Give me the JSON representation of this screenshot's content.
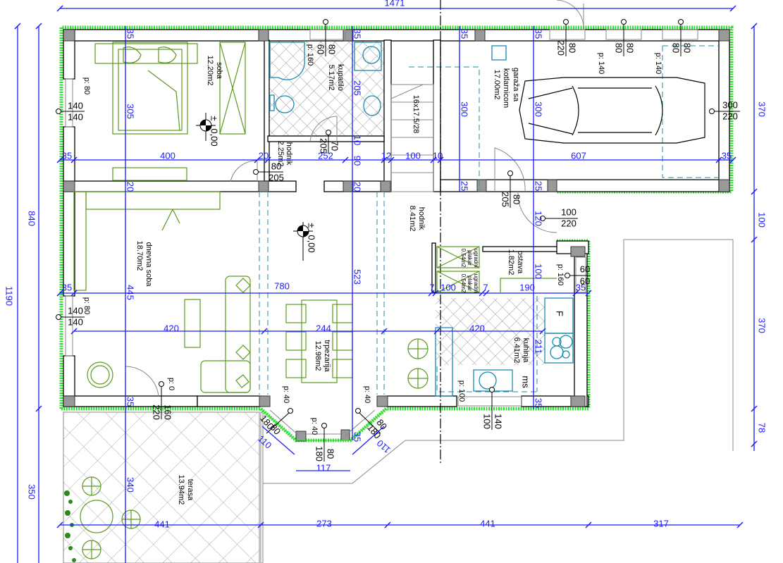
{
  "colors": {
    "dimension": "#1a1aff",
    "insulation": "#33dd33",
    "furniture": "#5a9a1e",
    "fixtures": "#1a8ab0"
  },
  "elevation": {
    "sign": "±",
    "value": "0,00"
  },
  "rooms": {
    "soba": {
      "name": "soba",
      "area": "12.20m2"
    },
    "kupatilo": {
      "name": "kupatilo",
      "area": "5.17m2"
    },
    "hodnik_small": {
      "name": "hodnik",
      "area": "2.25m2"
    },
    "hodnik": {
      "name": "hodnik",
      "area": "8.41m2"
    },
    "garaza": {
      "name_line1": "garaža sa",
      "name_line2": "kotlarnicom",
      "area": "17.00m2"
    },
    "dnevna": {
      "name": "dnevna soba",
      "area": "18.70m2"
    },
    "trpezarija": {
      "name": "trpezarija",
      "area": "12.98m2"
    },
    "ostava": {
      "name": "ostava",
      "area": "1.82m2"
    },
    "kuhinja": {
      "name": "kuhinja",
      "area": "6.41m2"
    },
    "terasa": {
      "name": "terasa",
      "area": "13.94m2"
    },
    "plakar1": {
      "name_line1": "ugradni",
      "name_line2": "plakar",
      "area": "0.54m2"
    },
    "plakar2": {
      "name_line1": "ugradni",
      "name_line2": "plakar",
      "area": "0.54m2"
    }
  },
  "stairs": "16x17.5/28",
  "fixtures": {
    "sink_label": "ms",
    "fridge_label": "F"
  },
  "openings": {
    "soba_window": {
      "sill": "p: 80",
      "w": "140",
      "h": "140"
    },
    "bath_window": {
      "w": "80",
      "h": "60",
      "sill": "p: 160"
    },
    "hodnik_door": {
      "w": "70",
      "h": "205"
    },
    "soba_door": {
      "w": "80",
      "h": "205"
    },
    "garage_door_top": {
      "w": "80",
      "h": "220"
    },
    "garage_win1": {
      "w": "80",
      "h": "80",
      "sill": "p: 140"
    },
    "garage_win2": {
      "w": "80",
      "h": "80",
      "sill": "p: 140"
    },
    "garage_gate": {
      "w": "300",
      "h": "220"
    },
    "garage_inner_door": {
      "w": "80",
      "h": "205"
    },
    "entry_door": {
      "w": "100",
      "h": "220"
    },
    "dnevna_window": {
      "sill": "p: 80",
      "w": "140",
      "h": "140"
    },
    "ostava_window": {
      "sill": "p: 160",
      "w": "60",
      "h": "60"
    },
    "kitchen_window": {
      "sill": "p: 100",
      "w": "140",
      "h": "100"
    },
    "terrace_door": {
      "sill": "p: 0",
      "w": "160",
      "h": "220"
    },
    "bay_left": {
      "sill": "p: 40",
      "w": "80",
      "h": "180"
    },
    "bay_center": {
      "sill": "p: 40",
      "w": "80",
      "h": "180"
    },
    "bay_right": {
      "sill": "p: 40",
      "w": "80",
      "h": "180"
    }
  },
  "dims": {
    "top_total": "1471",
    "left_total": "1190",
    "left_house": "840",
    "left_terrace": "350",
    "right": [
      "370",
      "100",
      "370",
      "78"
    ],
    "row1": [
      "35",
      "400",
      "20",
      "252",
      "12",
      "100",
      "10",
      "607",
      "35"
    ],
    "row2": [
      "35",
      "780",
      "7",
      "100",
      "7",
      "190",
      "35"
    ],
    "row3": [
      "420",
      "244",
      "420"
    ],
    "bottom": [
      "441",
      "273",
      "441",
      "317"
    ],
    "col_a": [
      "35",
      "305",
      "20",
      "445",
      "35",
      "340"
    ],
    "col_b": [
      "35",
      "205",
      "10",
      "90",
      "20",
      "523",
      "35"
    ],
    "col_c": [
      "35",
      "300",
      "25"
    ],
    "col_d": [
      "35",
      "300",
      "25",
      "120",
      "100",
      "211",
      "35"
    ],
    "bay": [
      "110",
      "117",
      "110",
      "35"
    ]
  }
}
